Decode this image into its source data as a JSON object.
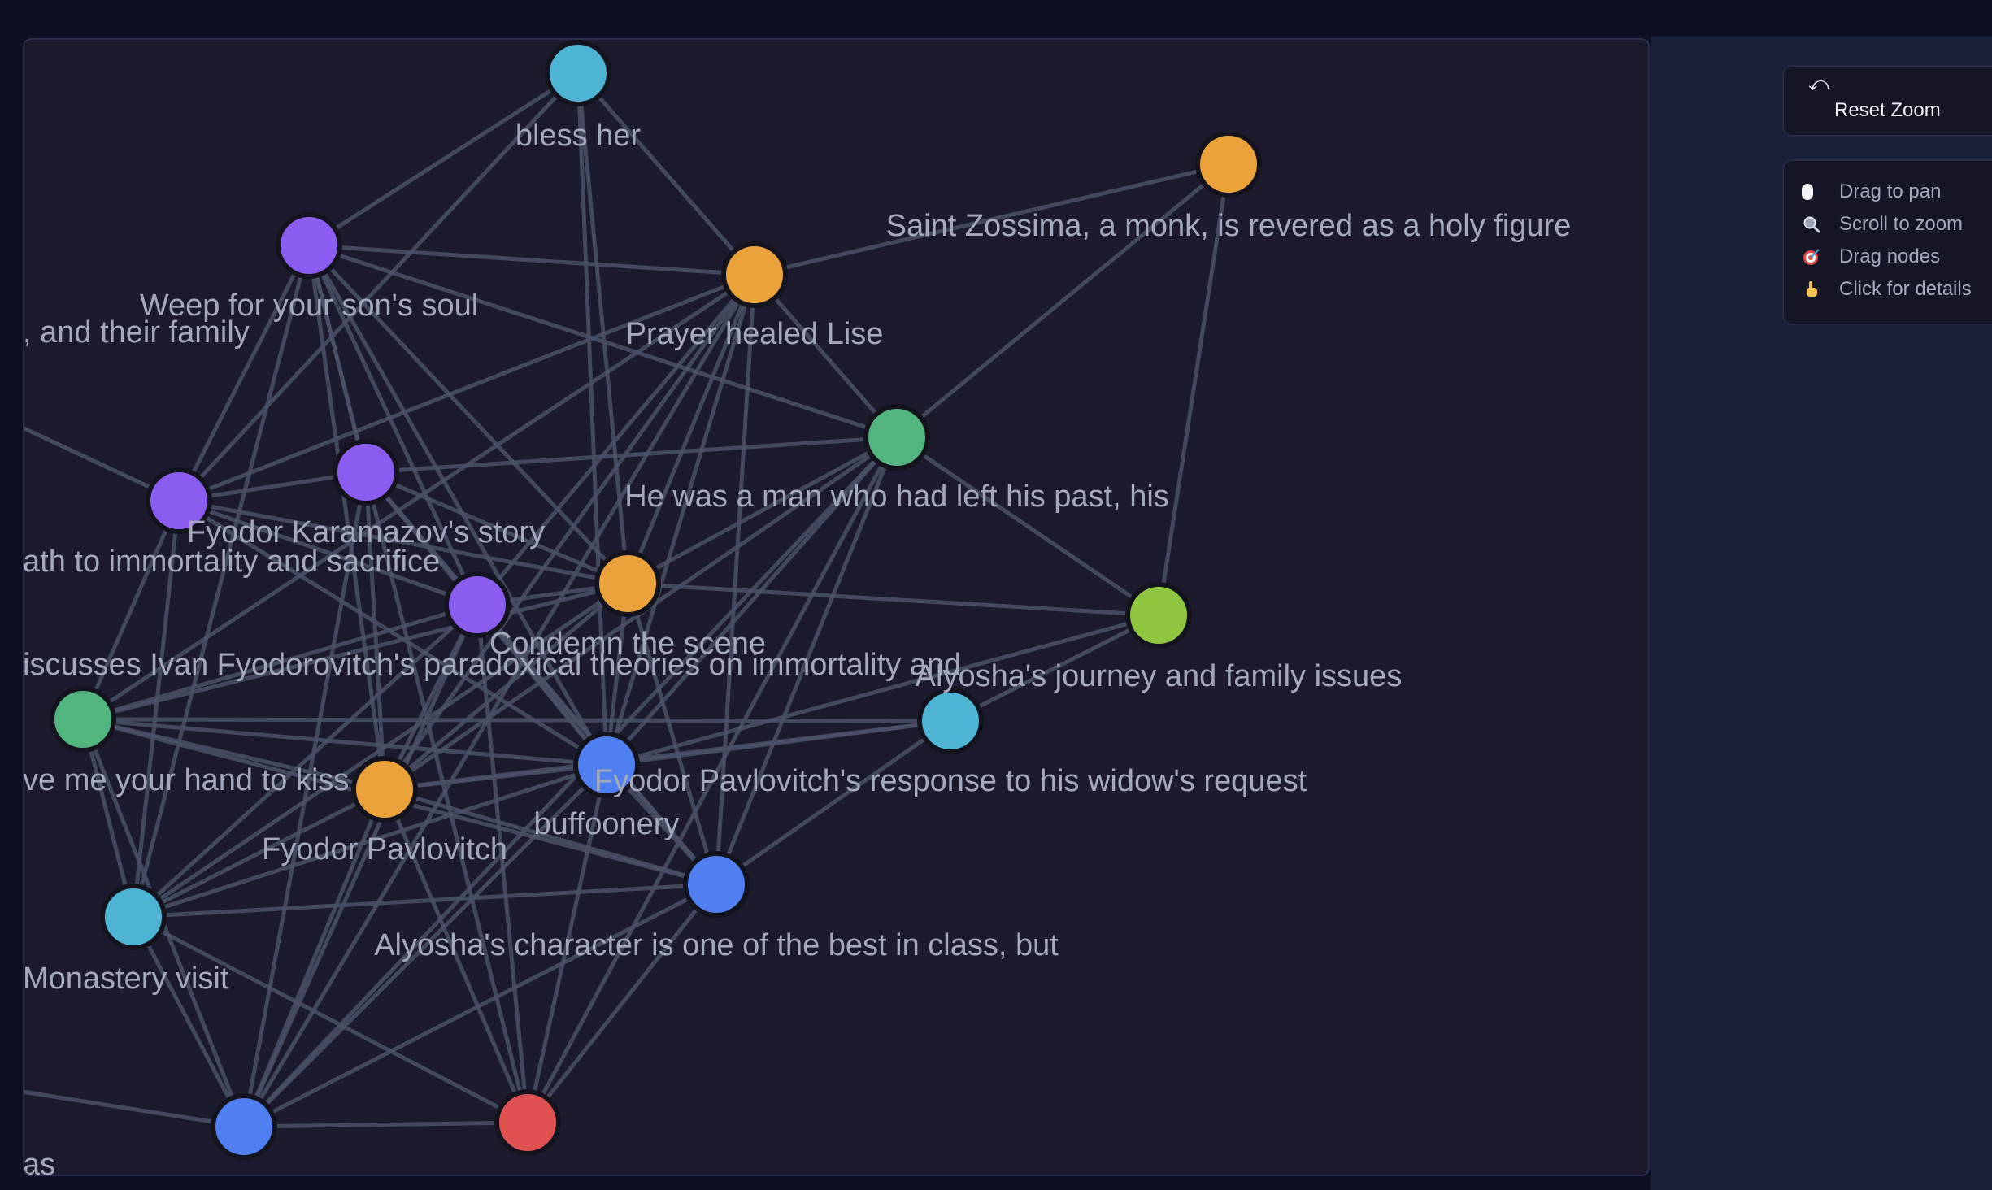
{
  "graph": {
    "node_colors": {
      "cyan": "#4db4d4",
      "purple": "#8a5cf0",
      "orange": "#eba23a",
      "green": "#52b57e",
      "lime": "#8ec63f",
      "blue": "#4f7ff0",
      "red": "#e05252"
    },
    "edge_color": "#4a5166",
    "nodes": [
      {
        "id": "bless-her",
        "label": "bless her",
        "color": "cyan"
      },
      {
        "id": "saint-zossima",
        "label": "Saint Zossima, a monk, is revered as a holy figure",
        "color": "orange"
      },
      {
        "id": "weep-soul",
        "label": "Weep for your son's soul",
        "color": "purple"
      },
      {
        "id": "prayer-lise",
        "label": "Prayer healed Lise",
        "color": "orange"
      },
      {
        "id": "man-left-past",
        "label": "He was a man who had left his past, his",
        "color": "green"
      },
      {
        "id": "karamazov-story",
        "label": "Fyodor Karamazov's story",
        "color": "purple"
      },
      {
        "id": "path-immortality",
        "label": "ath to immortality and sacrifice",
        "color": "purple"
      },
      {
        "id": "condemn-scene",
        "label": "Condemn the scene",
        "color": "orange"
      },
      {
        "id": "discusses-ivan",
        "label": "",
        "color": "purple"
      },
      {
        "id": "alyosha-journey",
        "label": "Alyosha's journey and family issues",
        "color": "lime"
      },
      {
        "id": "ivan-theories",
        "label": "iscusses Ivan Fyodorovitch's paradoxical theories on immortality and",
        "color": "green"
      },
      {
        "id": "response-widow",
        "label": "Fyodor Pavlovitch's response to his widow's request",
        "color": "cyan"
      },
      {
        "id": "buffoonery",
        "label": "buffoonery",
        "color": "blue"
      },
      {
        "id": "hand-to-kiss",
        "label": "ve me your hand to kiss",
        "color": "orange"
      },
      {
        "id": "fyodor-pavlovitch",
        "label": "Fyodor Pavlovitch",
        "color": "orange"
      },
      {
        "id": "alyosha-character",
        "label": "Alyosha's character is one of the best in class, but",
        "color": "blue"
      },
      {
        "id": "monastery-visit",
        "label": "Monastery visit",
        "color": "cyan"
      },
      {
        "id": "bottom-blue",
        "label": "",
        "color": "blue"
      },
      {
        "id": "bottom-red",
        "label": "",
        "color": "red"
      },
      {
        "id": "offscreen-family",
        "label": ", and their family",
        "color": "purple"
      },
      {
        "id": "offscreen-as",
        "label": "as",
        "color": "blue"
      }
    ],
    "edges": [
      [
        "bless-her",
        "weep-soul"
      ],
      [
        "bless-her",
        "prayer-lise"
      ],
      [
        "bless-her",
        "condemn-scene"
      ],
      [
        "bless-her",
        "buffoonery"
      ],
      [
        "bless-her",
        "path-immortality"
      ],
      [
        "saint-zossima",
        "prayer-lise"
      ],
      [
        "saint-zossima",
        "man-left-past"
      ],
      [
        "saint-zossima",
        "alyosha-journey"
      ],
      [
        "weep-soul",
        "prayer-lise"
      ],
      [
        "weep-soul",
        "path-immortality"
      ],
      [
        "weep-soul",
        "karamazov-story"
      ],
      [
        "weep-soul",
        "discusses-ivan"
      ],
      [
        "weep-soul",
        "condemn-scene"
      ],
      [
        "weep-soul",
        "buffoonery"
      ],
      [
        "weep-soul",
        "man-left-past"
      ],
      [
        "weep-soul",
        "monastery-visit"
      ],
      [
        "weep-soul",
        "hand-to-kiss"
      ],
      [
        "prayer-lise",
        "man-left-past"
      ],
      [
        "prayer-lise",
        "condemn-scene"
      ],
      [
        "prayer-lise",
        "discusses-ivan"
      ],
      [
        "prayer-lise",
        "path-immortality"
      ],
      [
        "prayer-lise",
        "buffoonery"
      ],
      [
        "prayer-lise",
        "alyosha-character"
      ],
      [
        "prayer-lise",
        "hand-to-kiss"
      ],
      [
        "prayer-lise",
        "ivan-theories"
      ],
      [
        "man-left-past",
        "alyosha-journey"
      ],
      [
        "man-left-past",
        "karamazov-story"
      ],
      [
        "man-left-past",
        "condemn-scene"
      ],
      [
        "man-left-past",
        "buffoonery"
      ],
      [
        "man-left-past",
        "alyosha-character"
      ],
      [
        "man-left-past",
        "hand-to-kiss"
      ],
      [
        "man-left-past",
        "bottom-red"
      ],
      [
        "karamazov-story",
        "path-immortality"
      ],
      [
        "karamazov-story",
        "condemn-scene"
      ],
      [
        "karamazov-story",
        "discusses-ivan"
      ],
      [
        "karamazov-story",
        "buffoonery"
      ],
      [
        "karamazov-story",
        "hand-to-kiss"
      ],
      [
        "karamazov-story",
        "alyosha-character"
      ],
      [
        "path-immortality",
        "discusses-ivan"
      ],
      [
        "path-immortality",
        "ivan-theories"
      ],
      [
        "path-immortality",
        "monastery-visit"
      ],
      [
        "path-immortality",
        "buffoonery"
      ],
      [
        "path-immortality",
        "condemn-scene"
      ],
      [
        "path-immortality",
        "offscreen-family"
      ],
      [
        "condemn-scene",
        "discusses-ivan"
      ],
      [
        "condemn-scene",
        "buffoonery"
      ],
      [
        "condemn-scene",
        "hand-to-kiss"
      ],
      [
        "condemn-scene",
        "alyosha-journey"
      ],
      [
        "condemn-scene",
        "ivan-theories"
      ],
      [
        "condemn-scene",
        "monastery-visit"
      ],
      [
        "condemn-scene",
        "alyosha-character"
      ],
      [
        "discusses-ivan",
        "ivan-theories"
      ],
      [
        "discusses-ivan",
        "buffoonery"
      ],
      [
        "discusses-ivan",
        "hand-to-kiss"
      ],
      [
        "discusses-ivan",
        "monastery-visit"
      ],
      [
        "discusses-ivan",
        "alyosha-character"
      ],
      [
        "discusses-ivan",
        "bottom-blue"
      ],
      [
        "discusses-ivan",
        "bottom-red"
      ],
      [
        "alyosha-journey",
        "response-widow"
      ],
      [
        "alyosha-journey",
        "buffoonery"
      ],
      [
        "ivan-theories",
        "hand-to-kiss"
      ],
      [
        "ivan-theories",
        "buffoonery"
      ],
      [
        "ivan-theories",
        "monastery-visit"
      ],
      [
        "ivan-theories",
        "bottom-blue"
      ],
      [
        "ivan-theories",
        "response-widow"
      ],
      [
        "ivan-theories",
        "alyosha-character"
      ],
      [
        "response-widow",
        "buffoonery"
      ],
      [
        "response-widow",
        "alyosha-character"
      ],
      [
        "response-widow",
        "hand-to-kiss"
      ],
      [
        "buffoonery",
        "hand-to-kiss"
      ],
      [
        "buffoonery",
        "alyosha-character"
      ],
      [
        "buffoonery",
        "monastery-visit"
      ],
      [
        "buffoonery",
        "bottom-blue"
      ],
      [
        "buffoonery",
        "bottom-red"
      ],
      [
        "hand-to-kiss",
        "monastery-visit"
      ],
      [
        "hand-to-kiss",
        "alyosha-character"
      ],
      [
        "hand-to-kiss",
        "bottom-blue"
      ],
      [
        "hand-to-kiss",
        "bottom-red"
      ],
      [
        "alyosha-character",
        "monastery-visit"
      ],
      [
        "alyosha-character",
        "bottom-blue"
      ],
      [
        "alyosha-character",
        "bottom-red"
      ],
      [
        "monastery-visit",
        "bottom-blue"
      ],
      [
        "monastery-visit",
        "bottom-red"
      ],
      [
        "bottom-blue",
        "bottom-red"
      ],
      [
        "bottom-blue",
        "offscreen-as"
      ],
      [
        "man-left-past",
        "bottom-blue"
      ],
      [
        "karamazov-story",
        "bottom-blue"
      ],
      [
        "weep-soul",
        "bottom-red"
      ],
      [
        "prayer-lise",
        "bottom-blue"
      ]
    ]
  },
  "controls": {
    "reset_icon": "⤺",
    "reset_label": "Reset Zoom"
  },
  "hints": [
    {
      "icon": "mouse-icon",
      "text": "Drag to pan"
    },
    {
      "icon": "magnifier-icon",
      "text": "Scroll to zoom"
    },
    {
      "icon": "target-icon",
      "text": "Drag nodes"
    },
    {
      "icon": "pointer-hand-icon",
      "text": "Click for details"
    }
  ]
}
